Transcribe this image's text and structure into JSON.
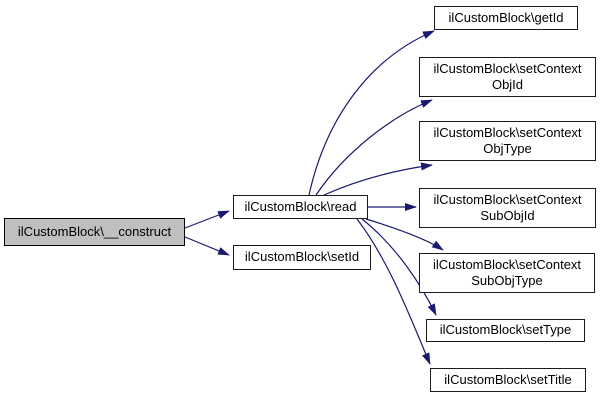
{
  "diagram": {
    "type": "call-graph",
    "nodes": {
      "construct": {
        "label": "ilCustomBlock\\__construct",
        "highlighted": true
      },
      "read": {
        "label": "ilCustomBlock\\read"
      },
      "setId": {
        "label": "ilCustomBlock\\setId"
      },
      "getId": {
        "label": "ilCustomBlock\\getId"
      },
      "setContextObjId": {
        "label": "ilCustomBlock\\setContext\nObjId"
      },
      "setContextObjType": {
        "label": "ilCustomBlock\\setContext\nObjType"
      },
      "setContextSubObjId": {
        "label": "ilCustomBlock\\setContext\nSubObjId"
      },
      "setContextSubObjType": {
        "label": "ilCustomBlock\\setContext\nSubObjType"
      },
      "setType": {
        "label": "ilCustomBlock\\setType"
      },
      "setTitle": {
        "label": "ilCustomBlock\\setTitle"
      }
    },
    "edges": [
      {
        "from": "construct",
        "to": "read"
      },
      {
        "from": "construct",
        "to": "setId"
      },
      {
        "from": "read",
        "to": "getId"
      },
      {
        "from": "read",
        "to": "setContextObjId"
      },
      {
        "from": "read",
        "to": "setContextObjType"
      },
      {
        "from": "read",
        "to": "setContextSubObjId"
      },
      {
        "from": "read",
        "to": "setContextSubObjType"
      },
      {
        "from": "read",
        "to": "setType"
      },
      {
        "from": "read",
        "to": "setTitle"
      }
    ],
    "colors": {
      "edge": "#191970",
      "node_border": "#1c1c1c",
      "node_fill": "#ffffff",
      "highlight_fill": "#bfbfbf",
      "background": "#ffffff",
      "text": "#000000"
    }
  }
}
